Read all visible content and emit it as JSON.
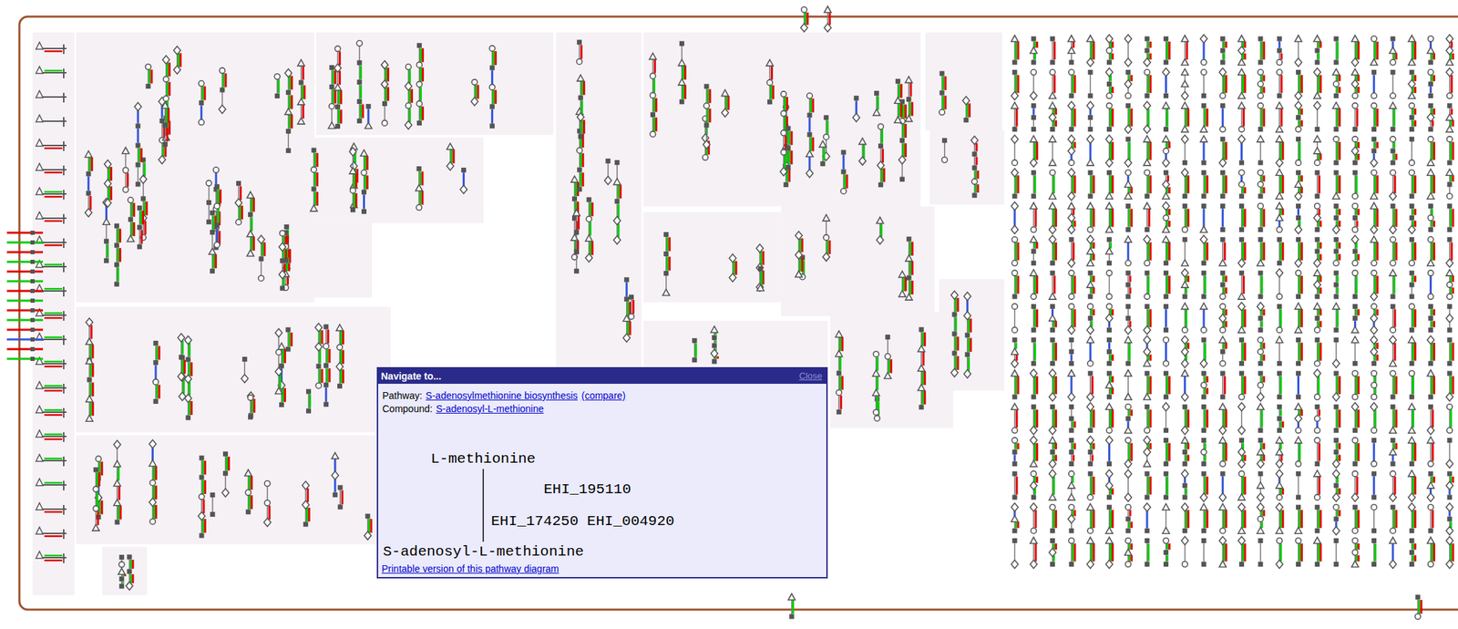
{
  "diagram": {
    "nodes": [
      {
        "text": [
          "Navigate to..."
        ]
      },
      {
        "text": [
          "L-methionine"
        ],
        "in": 0
      },
      {
        "text": [
          "S-adenosyl-L-methionine"
        ],
        "in": 0
      }
    ],
    "edges": [
      {
        "from": 1,
        "to": 2,
        "arrow": "none"
      }
    ],
    "labels": [
      "Close",
      "Pathway:",
      "S-adenosylmethionine biosynthesis",
      "(compare)",
      "Compound:",
      "S-adenosyl-L-methionine",
      "EHI_195110",
      "EHI_174250 EHI_004920",
      "Printable version of this pathway diagram"
    ]
  }
}
